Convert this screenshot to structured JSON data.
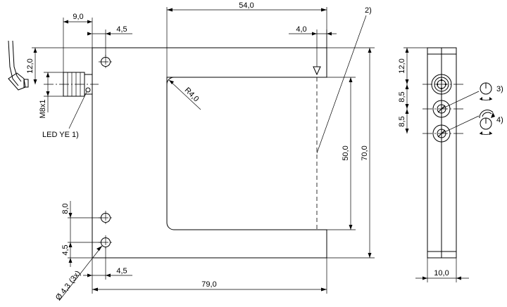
{
  "dimensions": {
    "d54": "54,0",
    "d9": "9,0",
    "d4_5_top": "4,5",
    "d4_0": "4,0",
    "d12_left": "12,0",
    "m8x1": "M8x1",
    "r4": "R4,0",
    "d50": "50,0",
    "d70": "70,0",
    "d8_0": "8,0",
    "d4_5_left": "4,5",
    "d4_5_bottom": "4,5",
    "d79": "79,0",
    "hole_dia": "Ø 4,3",
    "hole_count": "(3x)",
    "d12_side": "12,0",
    "d8_5_a": "8,5",
    "d8_5_b": "8,5",
    "d10": "10,0"
  },
  "labels": {
    "led": "LED YE 1)",
    "note2": "2)",
    "note3": "3)",
    "note4": "4)"
  }
}
